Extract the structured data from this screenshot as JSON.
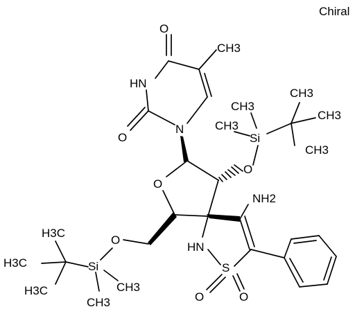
{
  "chiral_label": "Chiral",
  "atoms": {
    "o_uracil_top": "O",
    "o_uracil_carbonyl": "O",
    "nh_uracil": "HN",
    "n_uracil": "N",
    "methyl_uracil": "CH3",
    "o_ring": "O",
    "o_silyl_upper": "O",
    "si_upper": "Si",
    "o_silyl_lower": "O",
    "si_lower": "Si",
    "amine": "NH2",
    "nh_sultam": "HN",
    "s_sultam": "S",
    "o_sulfonyl_left": "O",
    "o_sulfonyl_right": "O",
    "me_upper_1": "CH3",
    "me_upper_2": "CH3",
    "tbu_upper_top": "CH3",
    "tbu_upper_right": "CH3",
    "tbu_upper_bottom": "CH3",
    "tbu_lower_top": "H3C",
    "tbu_lower_left": "H3C",
    "tbu_lower_bottom": "H3C",
    "me_lower_1": "CH3",
    "me_lower_2": "CH3"
  }
}
